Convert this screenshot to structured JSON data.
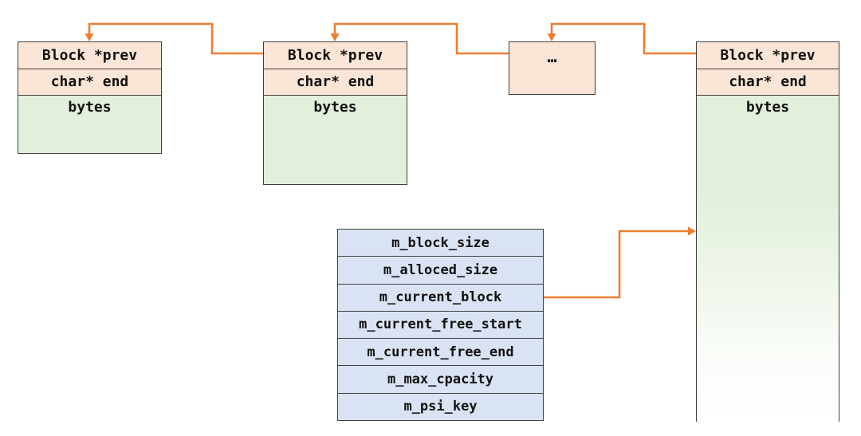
{
  "colors": {
    "arrow": "#ED7D31",
    "header_fill": "#FBE5D6",
    "bytes_fill": "#E2EFDA",
    "struct_fill": "#DAE3F3",
    "border": "#3F3F3F",
    "text": "#111111",
    "background": "#FFFFFF"
  },
  "blocks": [
    {
      "name": "block-1",
      "fields": [
        "Block *prev",
        "char* end"
      ],
      "bytes_label": "bytes"
    },
    {
      "name": "block-2",
      "fields": [
        "Block *prev",
        "char* end"
      ],
      "bytes_label": "bytes"
    },
    {
      "name": "block-current",
      "fields": [
        "Block *prev",
        "char* end"
      ],
      "bytes_label": "bytes"
    }
  ],
  "ellipsis_block": {
    "label": "…"
  },
  "allocator_struct": {
    "fields": [
      "m_block_size",
      "m_alloced_size",
      "m_current_block",
      "m_current_free_start",
      "m_current_free_end",
      "m_max_cpacity",
      "m_psi_key"
    ]
  }
}
